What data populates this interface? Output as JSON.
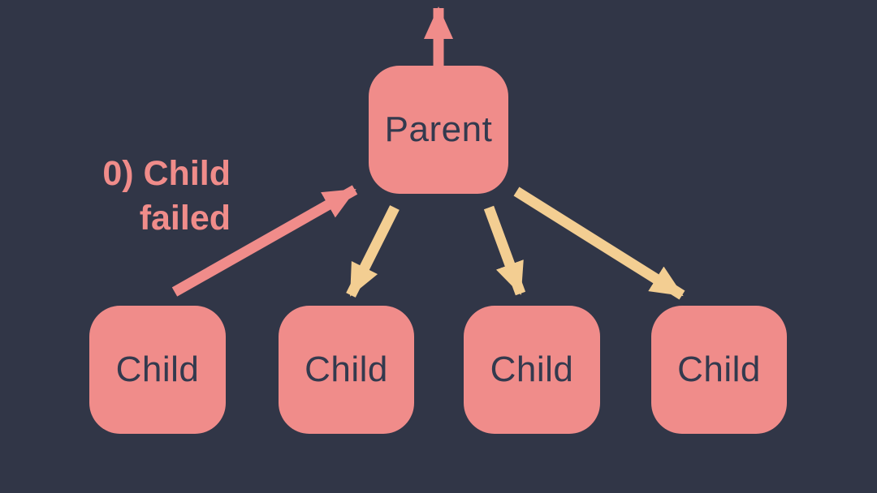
{
  "colors": {
    "background": "#313647",
    "node_fill": "#F08C8A",
    "node_text": "#333A4E",
    "arrow_pink": "#F08C8A",
    "arrow_yellow": "#F3CE92",
    "annotation_text": "#F08C8A"
  },
  "nodes": {
    "parent": {
      "label": "Parent"
    },
    "children": [
      {
        "label": "Child"
      },
      {
        "label": "Child"
      },
      {
        "label": "Child"
      },
      {
        "label": "Child"
      }
    ]
  },
  "annotation": {
    "lines": [
      "0) Child",
      "failed"
    ]
  },
  "edges": [
    {
      "id": "parent-up",
      "from": "parent",
      "to": "offscreen-top",
      "style": "pink"
    },
    {
      "id": "child1-failed-to-parent",
      "from": "child-1",
      "to": "parent",
      "style": "pink",
      "annotation": "0) Child failed"
    },
    {
      "id": "parent-to-child2",
      "from": "parent",
      "to": "child-2",
      "style": "yellow"
    },
    {
      "id": "parent-to-child3",
      "from": "parent",
      "to": "child-3",
      "style": "yellow"
    },
    {
      "id": "parent-to-child4",
      "from": "parent",
      "to": "child-4",
      "style": "yellow"
    }
  ]
}
